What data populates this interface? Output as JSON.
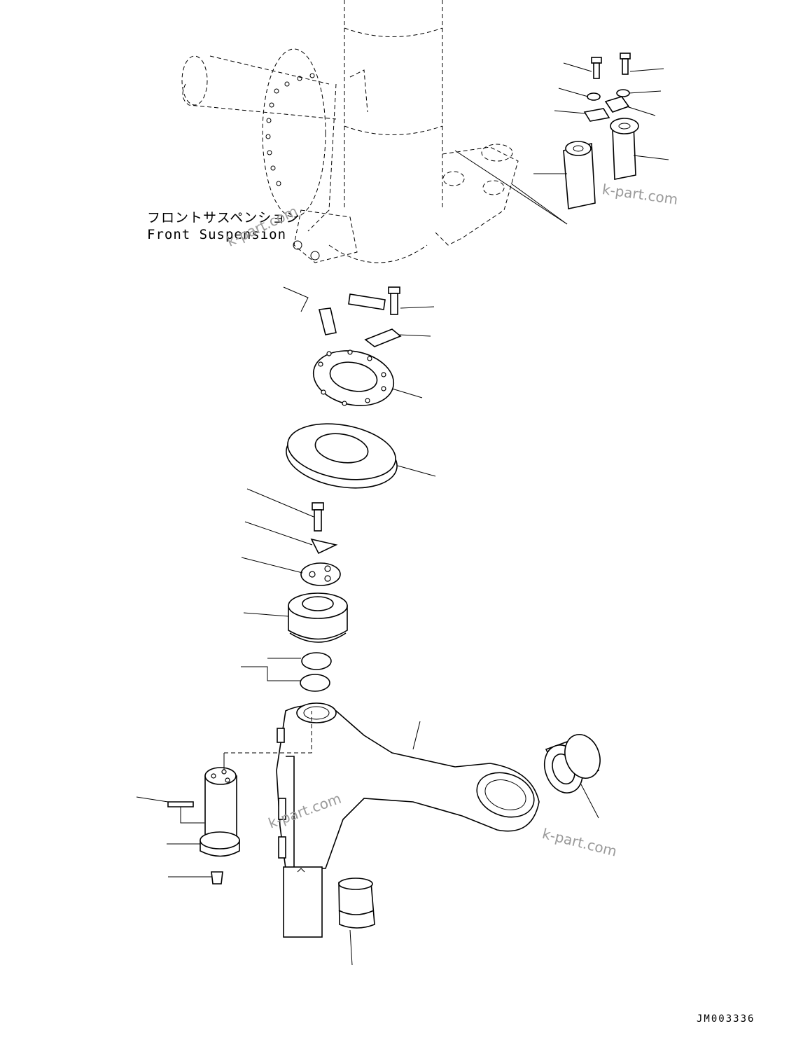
{
  "labels": {
    "front_suspension_jp": "フロントサスペンション",
    "front_suspension_en": "Front Suspension",
    "drawing_code": "JM003336"
  },
  "watermarks": [
    "k-part.com",
    "k-part.com",
    "k-part.com",
    "k-part.com"
  ]
}
